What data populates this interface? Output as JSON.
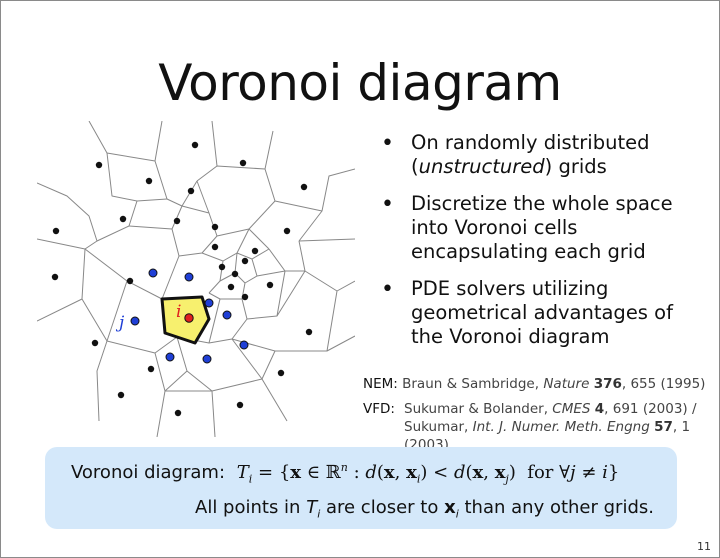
{
  "slide": {
    "title": "Voronoi diagram",
    "page_number": "11",
    "bullets": [
      {
        "pre": "On randomly distributed (",
        "em": "unstructured",
        "post": ") grids"
      },
      {
        "pre": "Discretize the whole space into Voronoi cells encapsulating each grid",
        "em": "",
        "post": ""
      },
      {
        "pre": "PDE solvers utilizing geometrical advantages of the Voronoi diagram",
        "em": "",
        "post": ""
      }
    ],
    "refs": {
      "nem": {
        "label": "NEM:",
        "authors": "Braun & Sambridge, ",
        "journal": "Nature",
        "volume": "376",
        "rest": ", 655 (1995)"
      },
      "vfd": {
        "label": "VFD:",
        "line1_authors": "Sukumar & Bolander, ",
        "line1_journal": "CMES",
        "line1_volume": "4",
        "line1_rest": ", 691 (2003) /",
        "line2_authors": "Sukumar, ",
        "line2_journal": "Int. J. Numer. Meth. Engng",
        "line2_volume": "57",
        "line2_rest": ", 1 (2003)"
      }
    },
    "formula": {
      "label": "Voronoi diagram:",
      "desc_pre": "All points in ",
      "desc_T": "T",
      "desc_i": "i",
      "desc_mid": " are closer to ",
      "desc_x": "x",
      "desc_xi": "i",
      "desc_post": " than any other grids."
    },
    "diagram": {
      "label_i": "i",
      "label_j": "j",
      "colors": {
        "highlight": "#f7f06e",
        "neighbor": "#1f3fd6",
        "center": "#e02020",
        "label_i": "#e02020",
        "label_j": "#1f3fd6",
        "formula_bg": "#d4e8fa"
      }
    }
  }
}
